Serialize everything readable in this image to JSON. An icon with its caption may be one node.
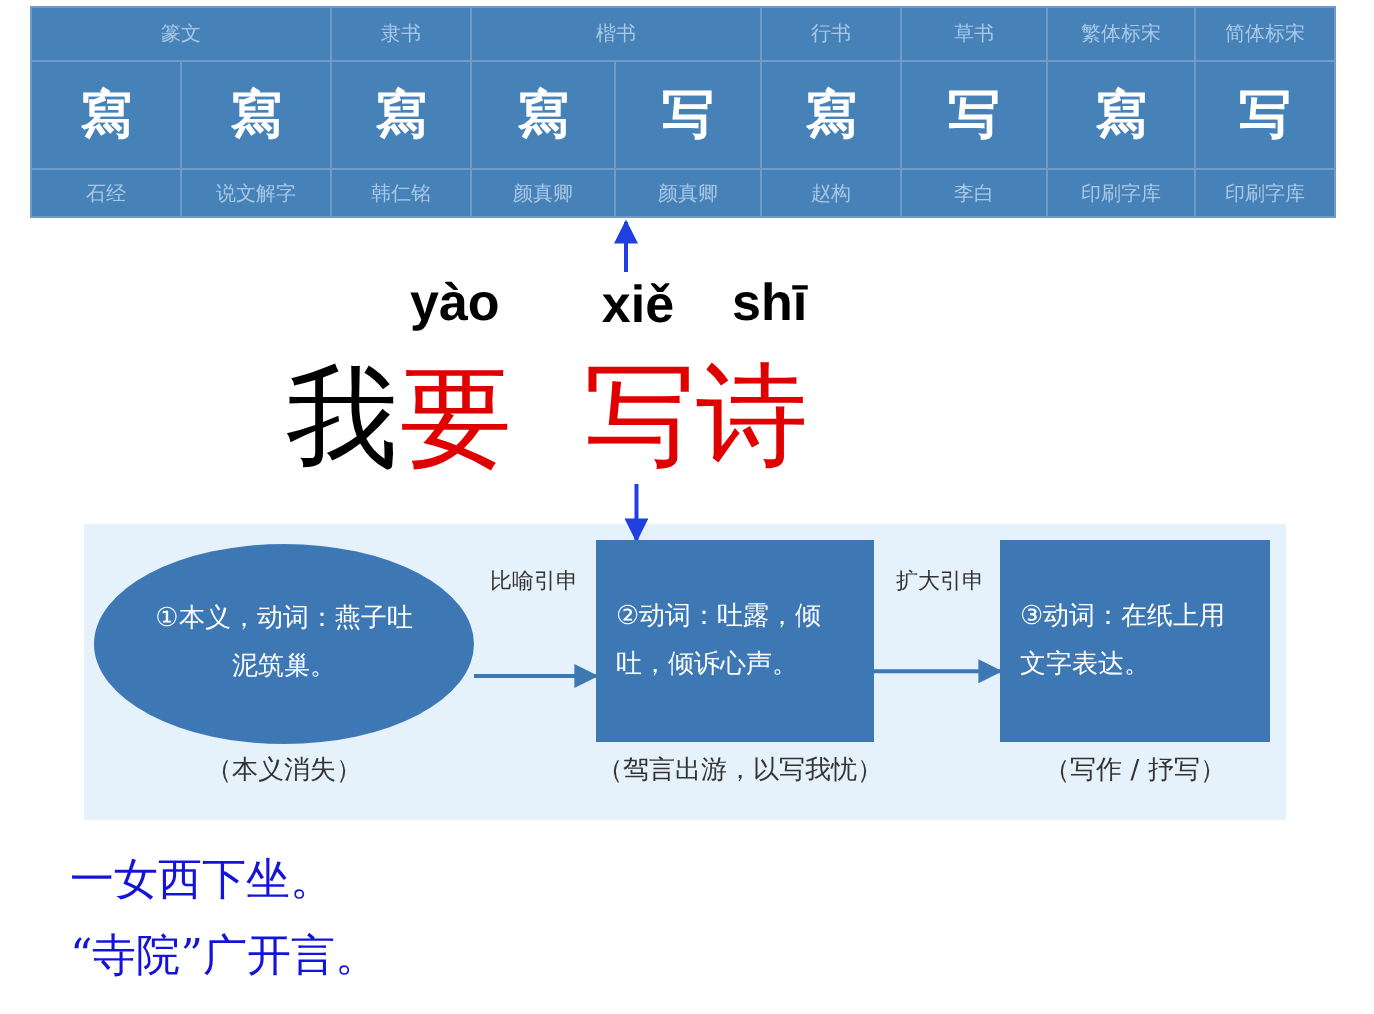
{
  "diagram": {
    "nodes": [
      {
        "text": [
          "xiě"
        ]
      },
      {
        "text": [
          "写诗"
        ]
      },
      {
        "text": [
          "①本义，动词：燕子吐泥筑巢。"
        ],
        "beside": [
          "（本义消失）"
        ]
      },
      {
        "text": [
          "②动词：吐露，倾吐，倾诉心声。"
        ],
        "beside": [
          "（驾言出游，以写我忧）"
        ]
      },
      {
        "text": [
          "③动词：在纸上用文字表达。"
        ],
        "beside": [
          "（写作 / 抒写）"
        ]
      }
    ],
    "edges": [
      {
        "from": 0,
        "to": null,
        "arrow": "to",
        "color": "#1f3fe0"
      },
      {
        "from": 1,
        "to": 3,
        "arrow": "to",
        "color": "#1f3fe0"
      },
      {
        "from": 2,
        "to": 3,
        "arrow": "to",
        "label": "比喻引申"
      },
      {
        "from": 3,
        "to": 4,
        "arrow": "to",
        "label": "扩大引申"
      }
    ],
    "labels": [
      "篆文",
      "隶书",
      "楷书",
      "行书",
      "草书",
      "繁体标宋",
      "简体标宋",
      "寫",
      "寫",
      "寫",
      "寫",
      "写",
      "寫",
      "写",
      "寫",
      "写",
      "石经",
      "说文解字",
      "韩仁铭",
      "颜真卿",
      "颜真卿",
      "赵构",
      "李白",
      "印刷字库",
      "印刷字库",
      "yào",
      "shī",
      "我",
      "要",
      "一女西下坐。",
      "“寺院”广开言。"
    ]
  }
}
